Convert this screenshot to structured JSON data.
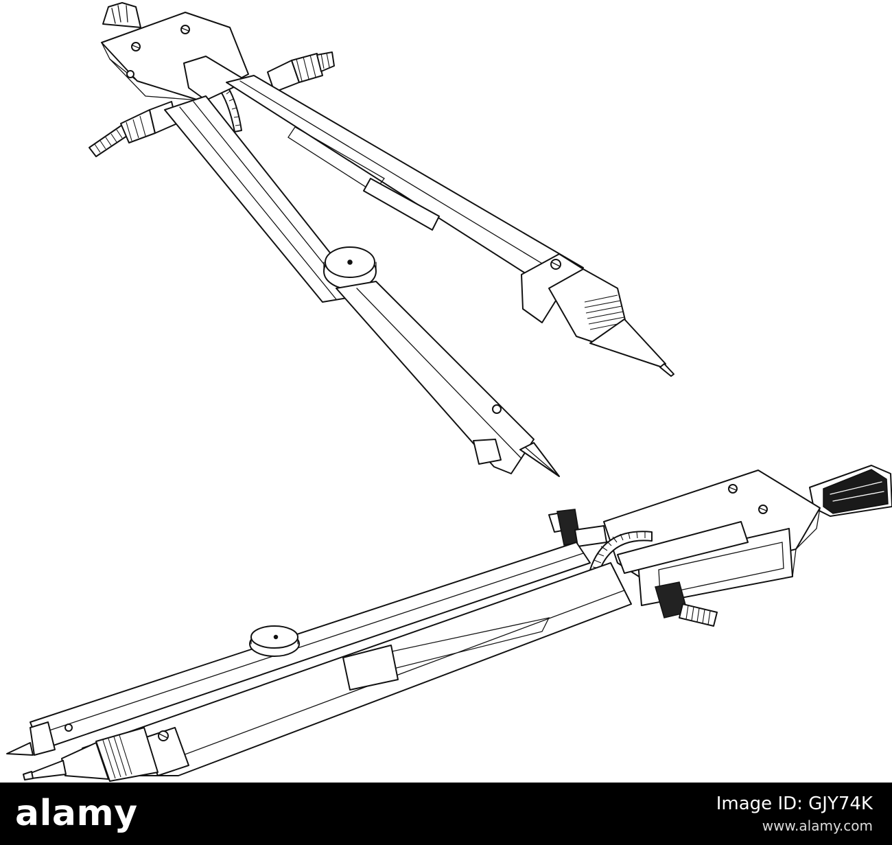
{
  "image": {
    "subject": "Two drafting compasses line drawing"
  },
  "footer": {
    "brand": "alamy",
    "image_id_label": "Image ID: GJY74K",
    "website": "www.alamy.com"
  }
}
